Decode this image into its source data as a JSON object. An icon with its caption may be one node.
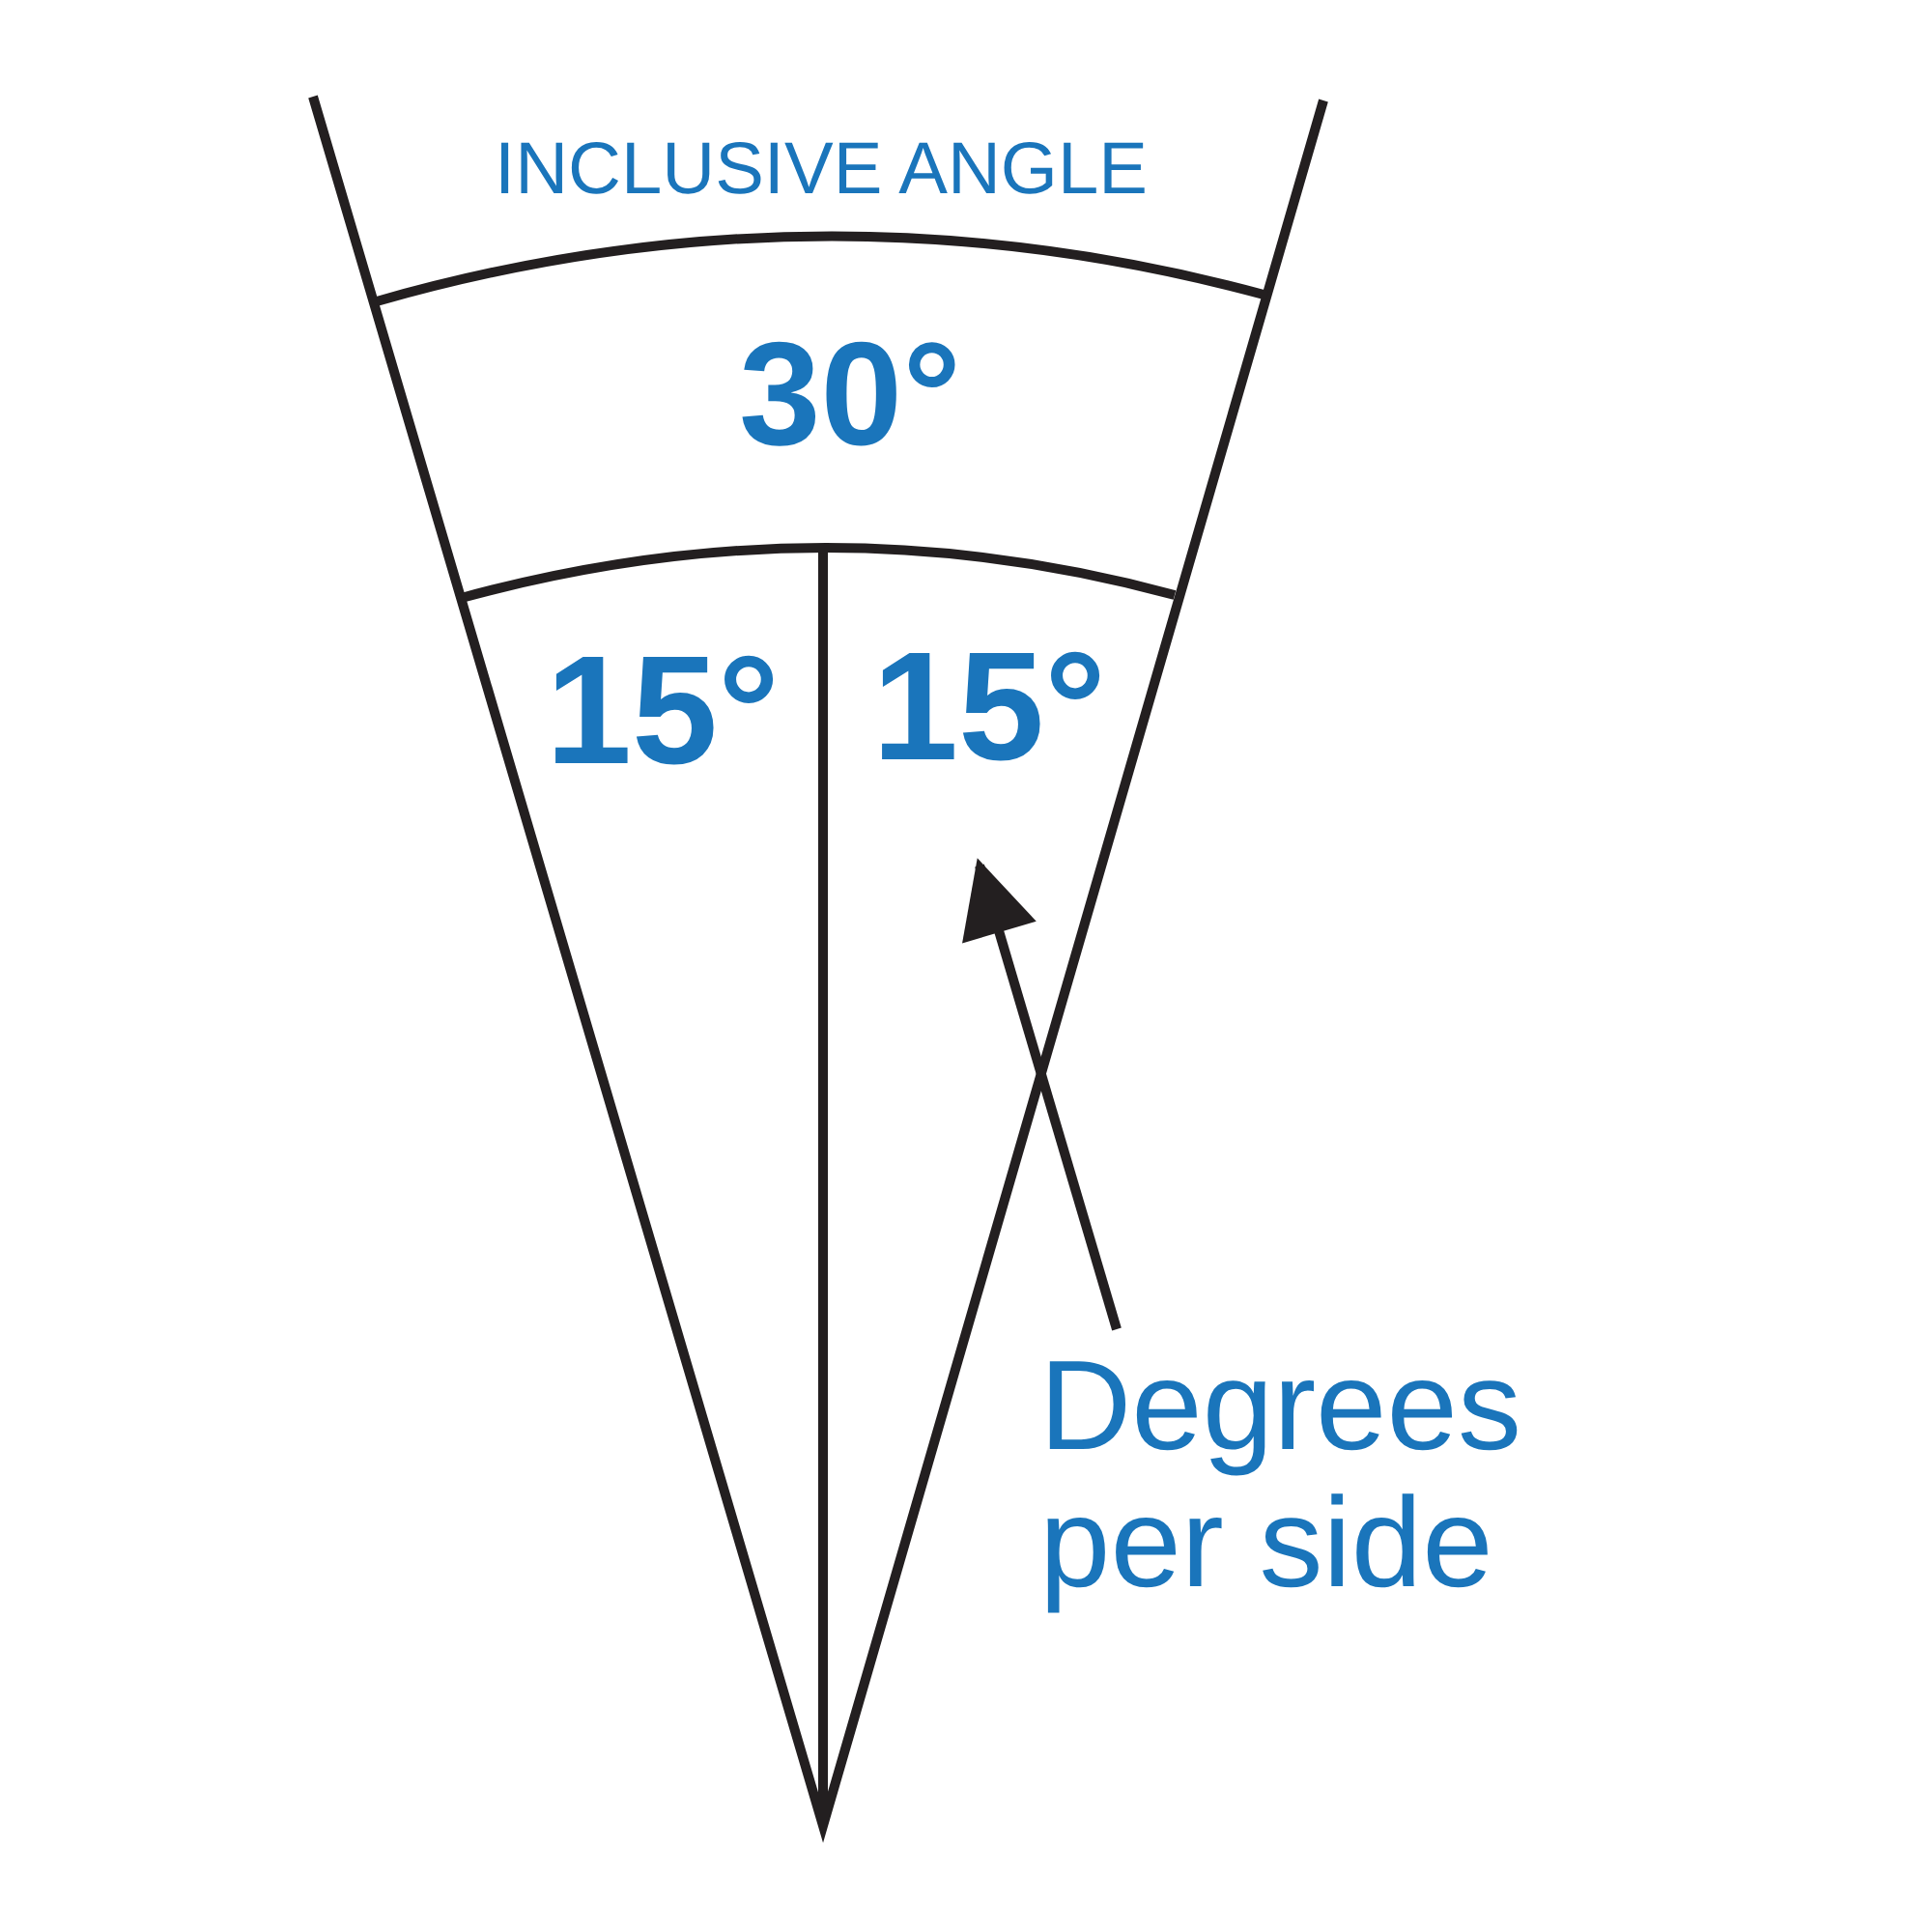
{
  "diagram": {
    "nodes": [
      {
        "text": [
          "Degrees per side"
        ]
      },
      {
        "text": [
          "15°"
        ]
      }
    ],
    "edges": [
      {
        "from": 0,
        "to": 1,
        "arrow": "to"
      }
    ],
    "labels": [
      "INCLUSIVE ANGLE",
      "30°",
      "15°"
    ]
  }
}
